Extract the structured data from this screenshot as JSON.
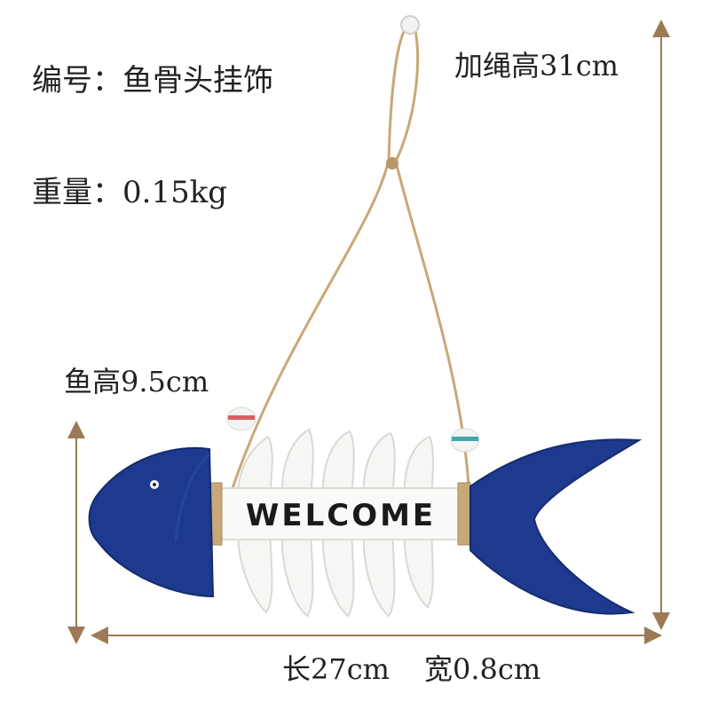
{
  "labels": {
    "code": "编号：鱼骨头挂饰",
    "weight": "重量：0.15kg",
    "rope_height": "加绳高31cm",
    "fish_height": "鱼高9.5cm",
    "length": "长27cm",
    "width": "宽0.8cm"
  },
  "product": {
    "sign_text": "WELCOME"
  },
  "colors": {
    "fish_blue": "#1d3a8f",
    "bone_white": "#f6f6f4",
    "rope": "#c8a878",
    "arrow": "#9b7a55",
    "text": "#222222"
  }
}
